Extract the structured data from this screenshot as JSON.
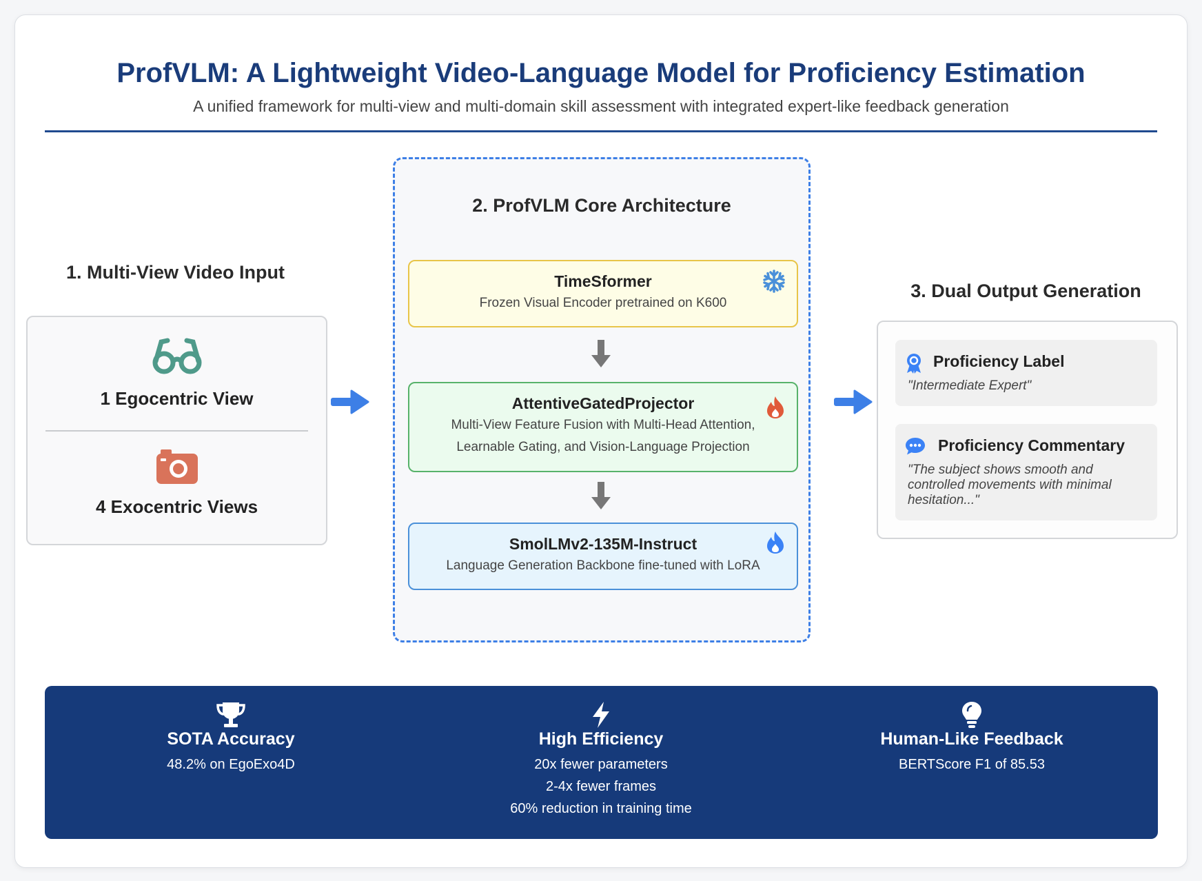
{
  "header": {
    "title": "ProfVLM: A Lightweight Video-Language Model for Proficiency Estimation",
    "subtitle": "A unified framework for multi-view and multi-domain skill assessment with integrated expert-like feedback generation"
  },
  "input": {
    "section_title": "1. Multi-View Video Input",
    "ego_label": "1 Egocentric View",
    "exo_label": "4 Exocentric Views",
    "ego_icon": "glasses-icon",
    "exo_icon": "camera-icon"
  },
  "core": {
    "section_title": "2. ProfVLM Core Architecture",
    "blocks": [
      {
        "name": "TimeSformer",
        "desc": "Frozen Visual Encoder pretrained on K600",
        "icon": "snowflake-icon"
      },
      {
        "name": "AttentiveGatedProjector",
        "desc": "Multi-View Feature Fusion with Multi-Head Attention, Learnable Gating, and Vision-Language Projection",
        "icon": "fire-icon"
      },
      {
        "name": "SmolLMv2-135M-Instruct",
        "desc": "Language Generation Backbone fine-tuned with LoRA",
        "icon": "fire-icon"
      }
    ]
  },
  "output": {
    "section_title": "3. Dual Output Generation",
    "items": [
      {
        "name": "Proficiency Label",
        "value": "\"Intermediate Expert\"",
        "icon": "award-icon"
      },
      {
        "name": "Proficiency Commentary",
        "value": "\"The subject shows smooth and controlled movements with minimal hesitation...\"",
        "icon": "comment-icon"
      }
    ]
  },
  "footer": {
    "stats": [
      {
        "name": "SOTA Accuracy",
        "lines": [
          "48.2% on EgoExo4D"
        ],
        "icon": "trophy-icon"
      },
      {
        "name": "High Efficiency",
        "lines": [
          "20x fewer parameters",
          "2-4x fewer frames",
          "60% reduction in training time"
        ],
        "icon": "bolt-icon"
      },
      {
        "name": "Human-Like Feedback",
        "lines": [
          "BERTScore F1 of 85.53"
        ],
        "icon": "lightbulb-icon"
      }
    ]
  },
  "colors": {
    "title": "#1a3c7a",
    "accent": "#3d7fe6",
    "footer_bg": "#163a7a",
    "frozen_bg": "#fefde6",
    "frozen_border": "#e8c548",
    "projector_bg": "#ebfbee",
    "projector_border": "#57b26a",
    "llm_bg": "#e6f4fd",
    "llm_border": "#4a90d9",
    "fire_red": "#e05a3a",
    "fire_blue": "#3b82f6",
    "glasses": "#4f9a8a",
    "camera": "#d9735a"
  }
}
